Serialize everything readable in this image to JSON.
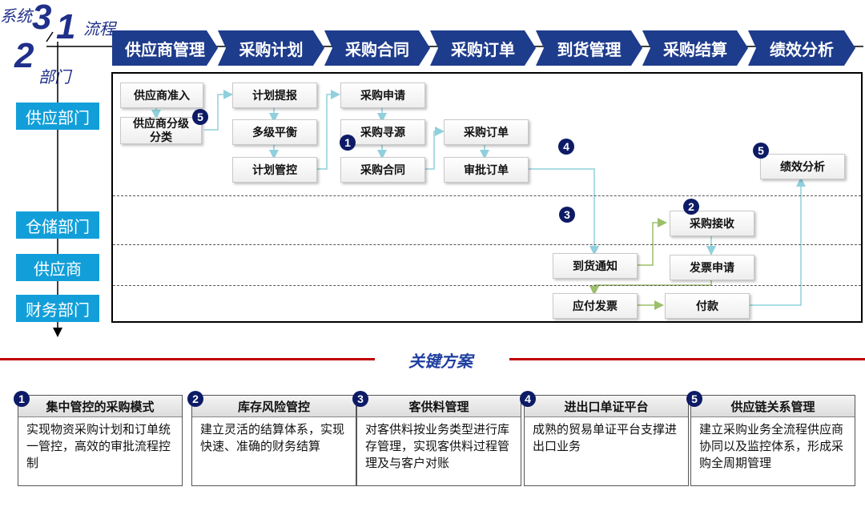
{
  "axes": {
    "system_label": "系统",
    "num_3": "3",
    "num_1": "1",
    "process_label": "流程",
    "num_2": "2",
    "dept_label": "部门"
  },
  "stages": [
    "供应商管理",
    "采购计划",
    "采购合同",
    "采购订单",
    "到货管理",
    "采购结算",
    "绩效分析"
  ],
  "departments": [
    "供应部门",
    "仓储部门",
    "供应商",
    "财务部门"
  ],
  "nodes": {
    "supplier_admission": "供应商准入",
    "supplier_grading": "供应商分级分类",
    "plan_submit": "计划提报",
    "multilevel_balance": "多级平衡",
    "plan_control": "计划管控",
    "purchase_request": "采购申请",
    "sourcing": "采购寻源",
    "purchase_contract": "采购合同",
    "purchase_order": "采购订单",
    "approve_order": "审批订单",
    "performance": "绩效分析",
    "receipt": "采购接收",
    "arrival_notice": "到货通知",
    "invoice_request": "发票申请",
    "payable_invoice": "应付发票",
    "payment": "付款"
  },
  "markers": {
    "m5a": "5",
    "m1": "1",
    "m4": "4",
    "m5b": "5",
    "m2": "2",
    "m3": "3"
  },
  "solutions": {
    "title": "关键方案",
    "cards": [
      {
        "num": "1",
        "title": "集中管控的采购模式",
        "body": "实现物资采购计划和订单统一管控，高效的审批流程控制"
      },
      {
        "num": "2",
        "title": "库存风险管控",
        "body": "建立灵活的结算体系，实现快速、准确的财务结算"
      },
      {
        "num": "3",
        "title": "客供料管理",
        "body": "对客供料按业务类型进行库存管理，实现客供料过程管理及与客户对账"
      },
      {
        "num": "4",
        "title": "进出口单证平台",
        "body": "成熟的贸易单证平台支撑进出口业务"
      },
      {
        "num": "5",
        "title": "供应链关系管理",
        "body": "建立采购业务全流程供应商协同以及监控体系，形成采购全周期管理"
      }
    ]
  },
  "colors": {
    "stage_bg": "#1e3c8c",
    "dept_bg": "#129fd9",
    "accent_red": "#c00000",
    "flow_line": "#8fd0dc",
    "marker": "#0d1b66"
  }
}
